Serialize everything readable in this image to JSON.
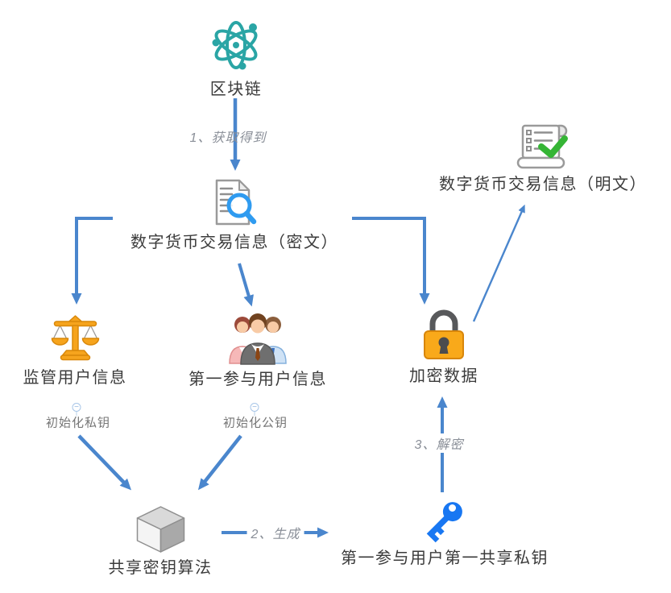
{
  "colors": {
    "arrow_blue": "#4a86cd",
    "atom_teal": "#2aa5a5",
    "scales_orange": "#f6a41d",
    "padlock_orange": "#f9a91a",
    "key_blue": "#1877f2",
    "check_green": "#35b535",
    "label_dark": "#3b3b3b",
    "label_gray": "#8a8f98"
  },
  "nodes": {
    "blockchain": {
      "label": "区块链"
    },
    "ciphertext": {
      "label": "数字货币交易信息（密文）"
    },
    "plaintext": {
      "label": "数字货币交易信息（明文）"
    },
    "regulator": {
      "label": "监管用户信息"
    },
    "participant": {
      "label": "第一参与用户信息"
    },
    "encrypted_data": {
      "label": "加密数据"
    },
    "shared_key_algorithm": {
      "label": "共享密钥算法"
    },
    "shared_private_key": {
      "label": "第一参与用户第一共享私钥"
    }
  },
  "edges": {
    "step1": "1、获取得到",
    "step2": "2、生成",
    "step3": "3、解密",
    "init_private_key": "初始化私钥",
    "init_public_key": "初始化公钥",
    "collapse_glyph": "−"
  }
}
